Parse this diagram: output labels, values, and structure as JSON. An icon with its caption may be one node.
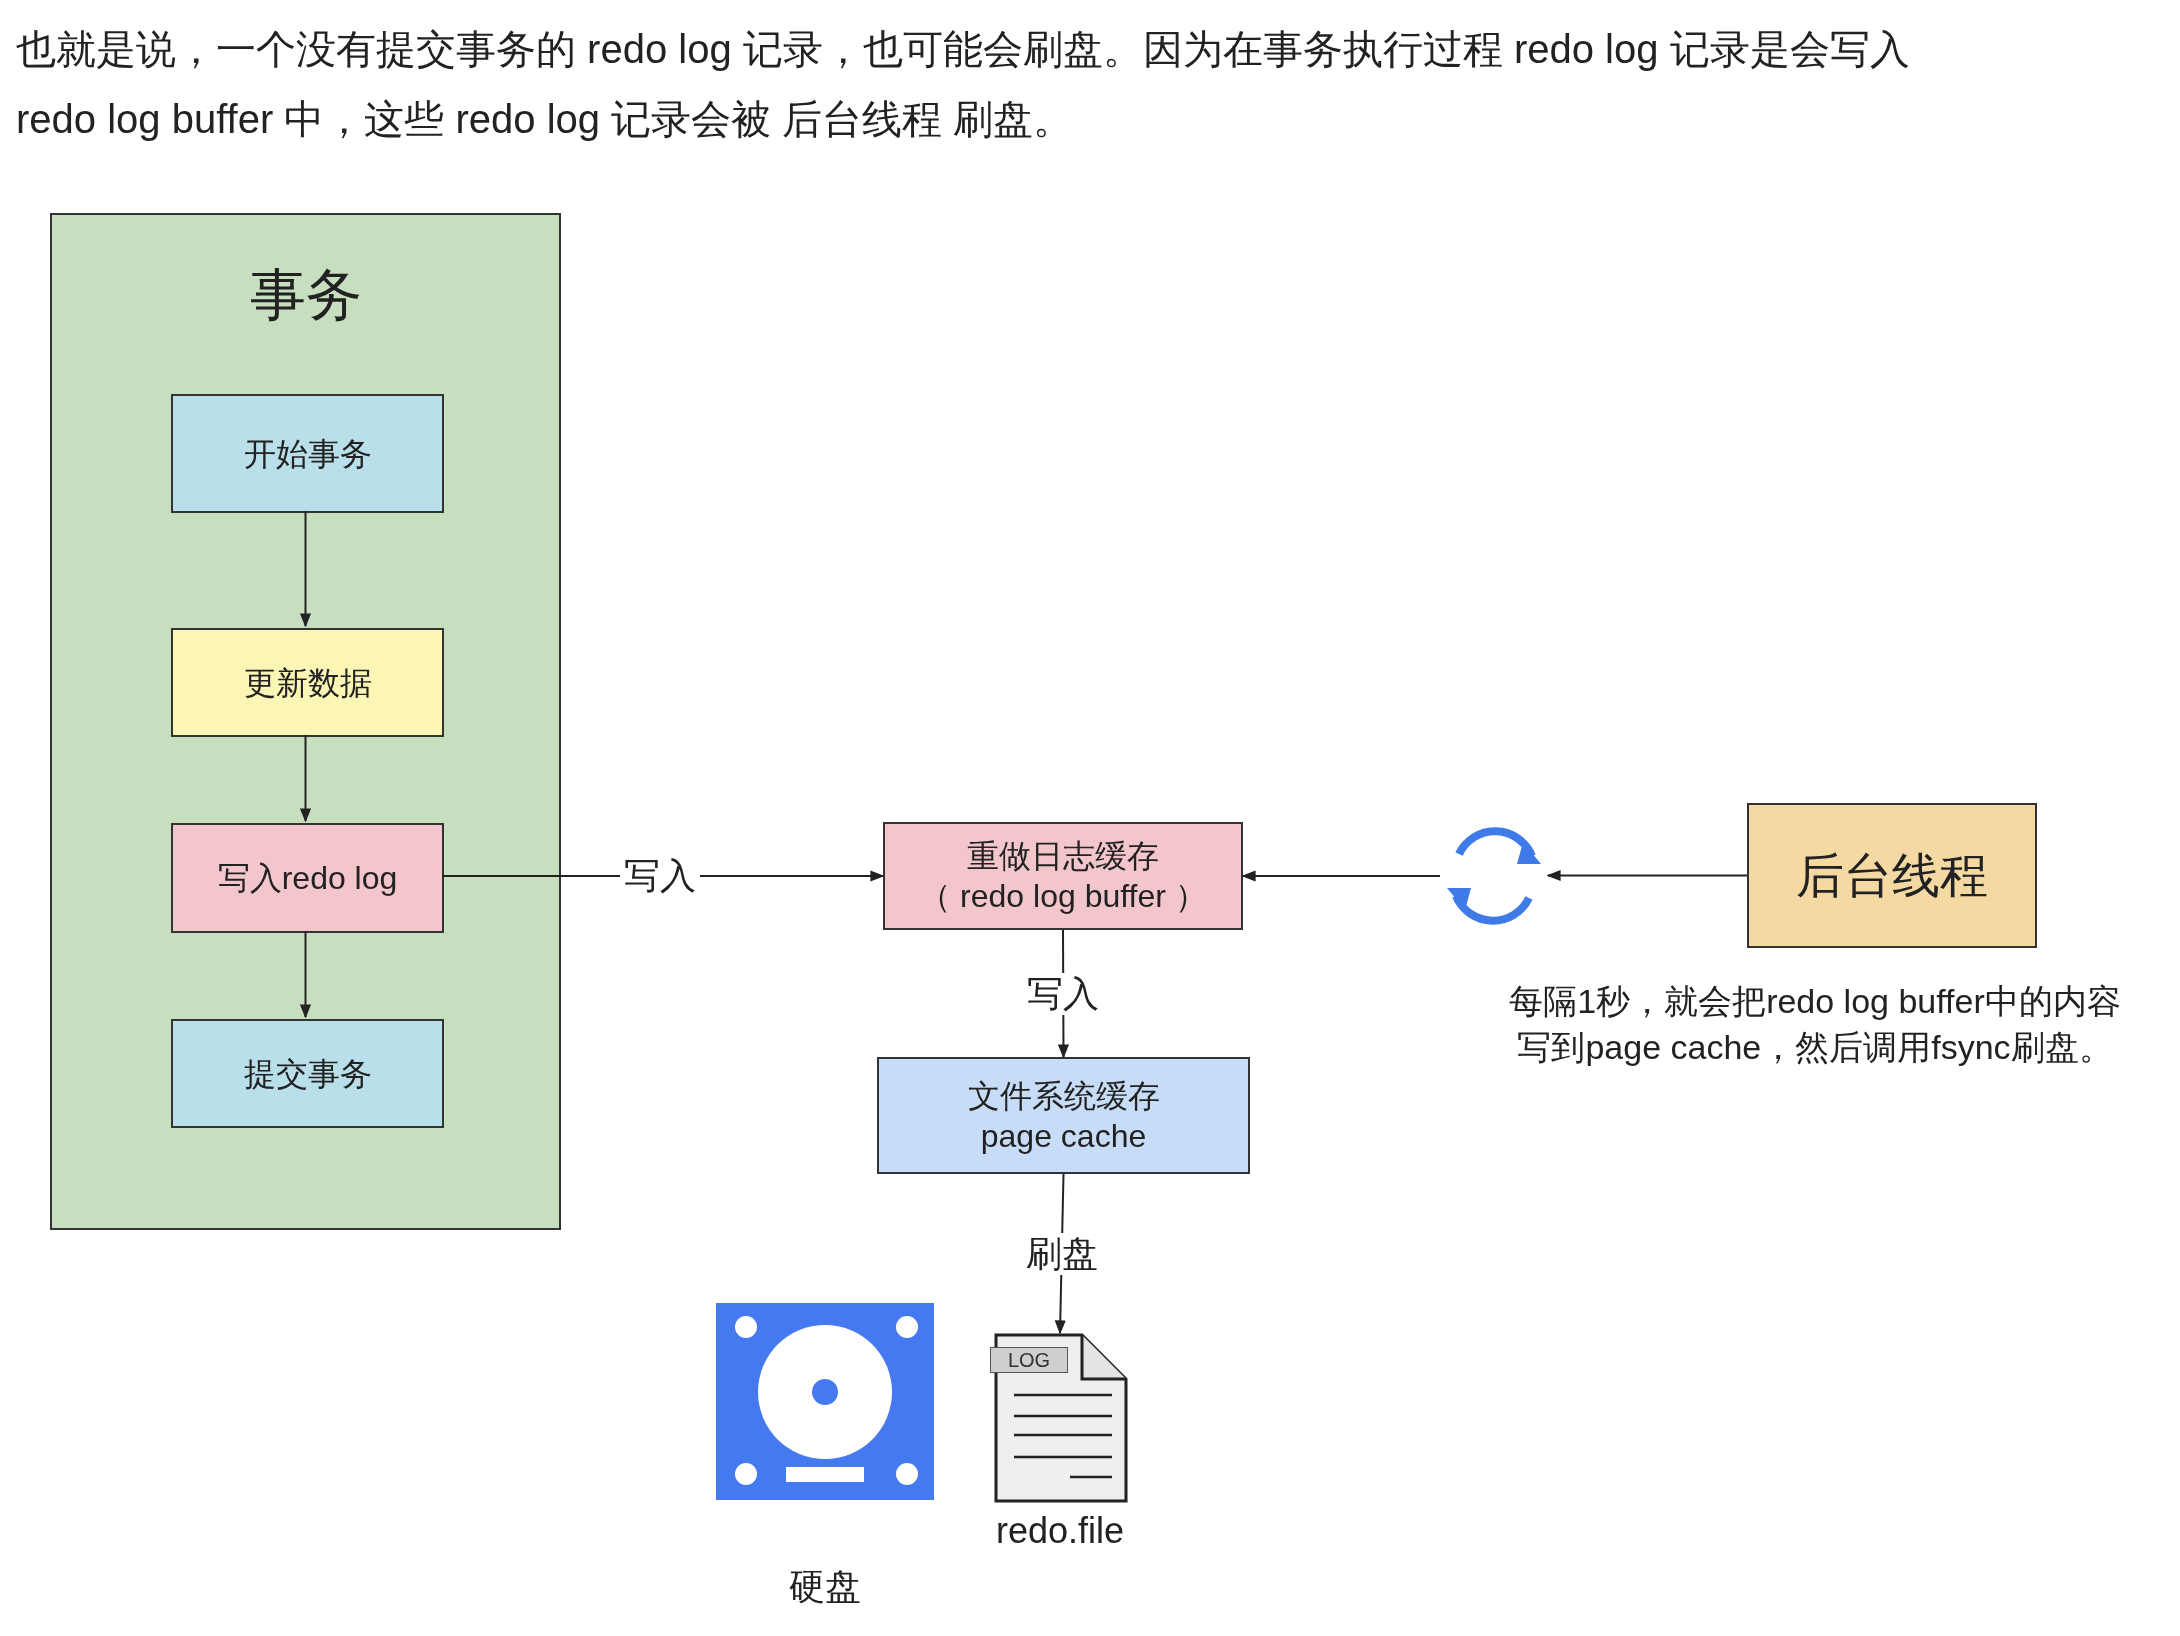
{
  "diagram": {
    "title": "也就是说，一个没有提交事务的 redo log 记录，也可能会刷盘。因为在事务执行过程 redo log 记录是会写入 redo log buffer 中，这些 redo log 记录会被 后台线程 刷盘。",
    "nodes": [
      {
        "text": [
          "事务"
        ]
      },
      {
        "text": [
          "开始事务"
        ],
        "in": 0
      },
      {
        "text": [
          "更新数据"
        ],
        "in": 0
      },
      {
        "text": [
          "写入redo log"
        ],
        "in": 0
      },
      {
        "text": [
          "提交事务"
        ],
        "in": 0
      },
      {
        "text": [
          "重做日志缓存（ redo log buffer ）"
        ]
      },
      {
        "text": [
          "文件系统缓存 page cache"
        ]
      },
      {
        "text": [],
        "shape": "circle"
      },
      {
        "text": [
          "后台线程"
        ],
        "beside": [
          "每隔1秒，就会把redo log buffer中的内容写到page cache，然后调用fsync刷盘。"
        ]
      },
      {
        "text": [
          "LOG",
          "redo.file"
        ]
      }
    ],
    "edges": [
      {
        "from": 1,
        "to": 2,
        "arrow": "to"
      },
      {
        "from": 2,
        "to": 3,
        "arrow": "to"
      },
      {
        "from": 3,
        "to": 4,
        "arrow": "to"
      },
      {
        "from": 3,
        "to": 5,
        "arrow": "to",
        "label": "写入"
      },
      {
        "from": 8,
        "to": 7,
        "arrow": "to"
      },
      {
        "from": 7,
        "to": 5,
        "arrow": "to"
      },
      {
        "from": 5,
        "to": 6,
        "arrow": "to",
        "label": "写入"
      },
      {
        "from": 6,
        "to": 9,
        "arrow": "to",
        "label": "刷盘"
      }
    ],
    "labels": [
      "硬盘"
    ]
  }
}
